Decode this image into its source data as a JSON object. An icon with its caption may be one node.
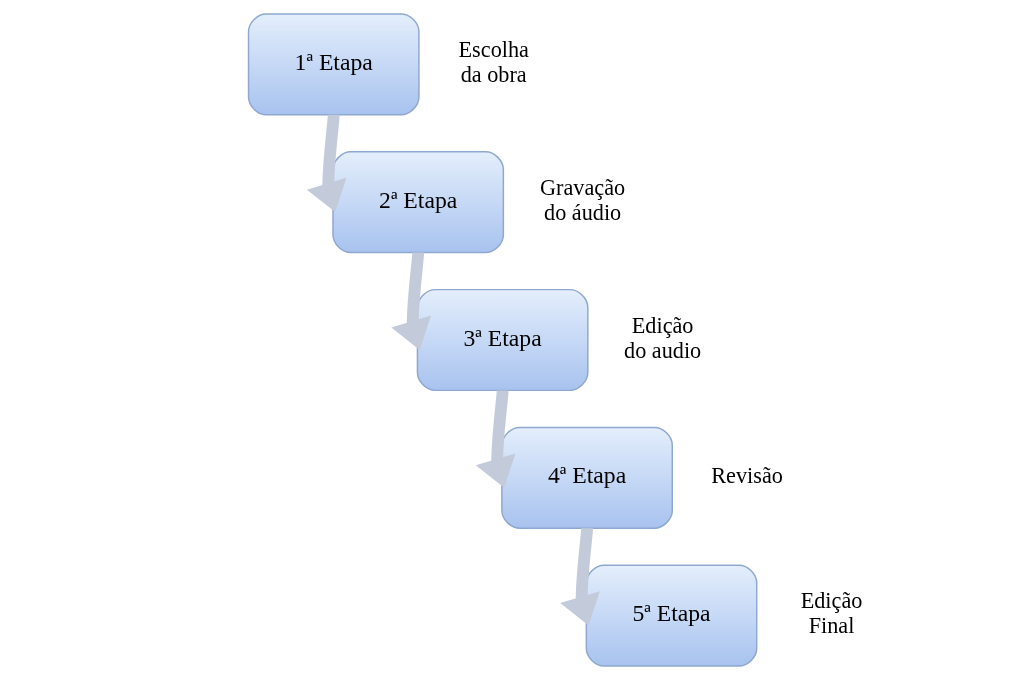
{
  "diagram": {
    "nodes": [
      {
        "text": [
          "1ª Etapa"
        ],
        "beside": [
          "Escolha da obra"
        ]
      },
      {
        "text": [
          "2ª Etapa"
        ],
        "beside": [
          "Gravação do áudio"
        ]
      },
      {
        "text": [
          "3ª Etapa"
        ],
        "beside": [
          "Edição do audio"
        ]
      },
      {
        "text": [
          "4ª Etapa"
        ],
        "beside": [
          "Revisão"
        ]
      },
      {
        "text": [
          "5ª Etapa"
        ],
        "beside": [
          "Edição Final"
        ]
      }
    ],
    "edges": [
      {
        "from": 0,
        "to": 1,
        "arrow": "to"
      },
      {
        "from": 1,
        "to": 2,
        "arrow": "to"
      },
      {
        "from": 2,
        "to": 3,
        "arrow": "to"
      },
      {
        "from": 3,
        "to": 4,
        "arrow": "to"
      }
    ]
  }
}
